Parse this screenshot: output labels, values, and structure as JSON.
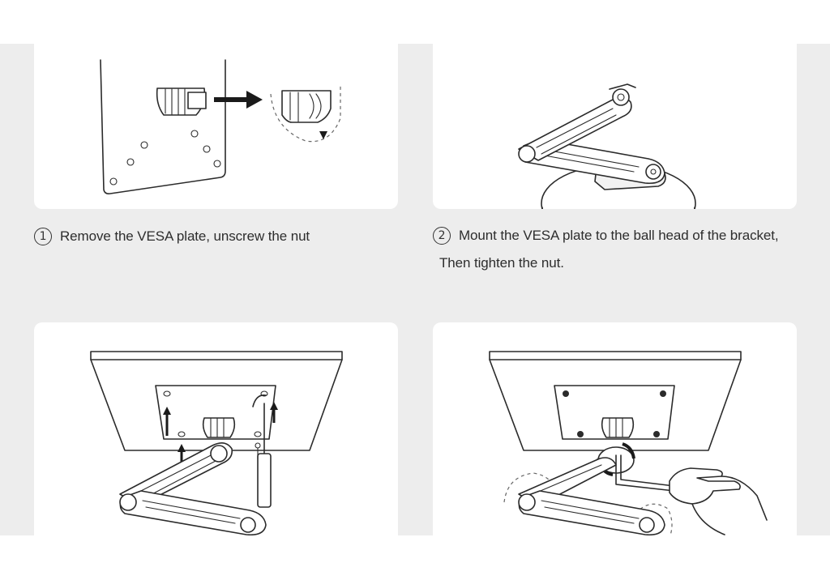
{
  "steps": [
    {
      "number": "1",
      "text": "Remove the VESA plate, unscrew the nut"
    },
    {
      "number": "2",
      "text_line1": "Mount the VESA plate to the ball head of the bracket,",
      "text_line2": "Then tighten the nut."
    }
  ],
  "colors": {
    "band": "#ededed",
    "card": "#ffffff",
    "ink": "#2b2b2b"
  }
}
